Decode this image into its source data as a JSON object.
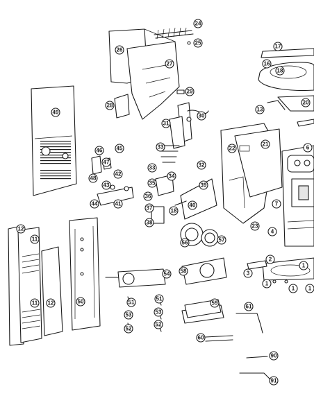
{
  "callouts": {
    "c24": "24",
    "c25": "25",
    "c26": "26",
    "c27": "27",
    "c17": "17",
    "c16": "16",
    "c18": "18",
    "c20": "20",
    "c13": "13",
    "c49": "49",
    "c28": "28",
    "c29": "29",
    "c30": "30",
    "c31": "31",
    "c22": "22",
    "c21": "21",
    "c6": "6",
    "c46": "46",
    "c45": "45",
    "c47": "47",
    "c48": "48",
    "c42": "42",
    "c43": "43",
    "c44": "44",
    "c41": "41",
    "c33": "33",
    "c32": "32",
    "c35": "35",
    "c34": "34",
    "c39": "39",
    "c36": "36",
    "c18b": "18",
    "c37": "37",
    "c40": "40",
    "c38": "38",
    "c7": "7",
    "c23": "23",
    "c4": "4",
    "c12a": "12",
    "c11a": "11",
    "c11b": "11",
    "c12b": "12",
    "c50": "50",
    "c56": "56",
    "c57": "57",
    "c54": "54",
    "c58": "58",
    "c51a": "51",
    "c51b": "51",
    "c53a": "53",
    "c53b": "53",
    "c52a": "52",
    "c52b": "52",
    "c59": "59",
    "c60": "60",
    "c61": "61",
    "c90": "90",
    "c91": "91",
    "c2": "2",
    "c3": "3",
    "c1a": "1",
    "c1b": "1",
    "c1c": "1",
    "c1d": "1"
  }
}
